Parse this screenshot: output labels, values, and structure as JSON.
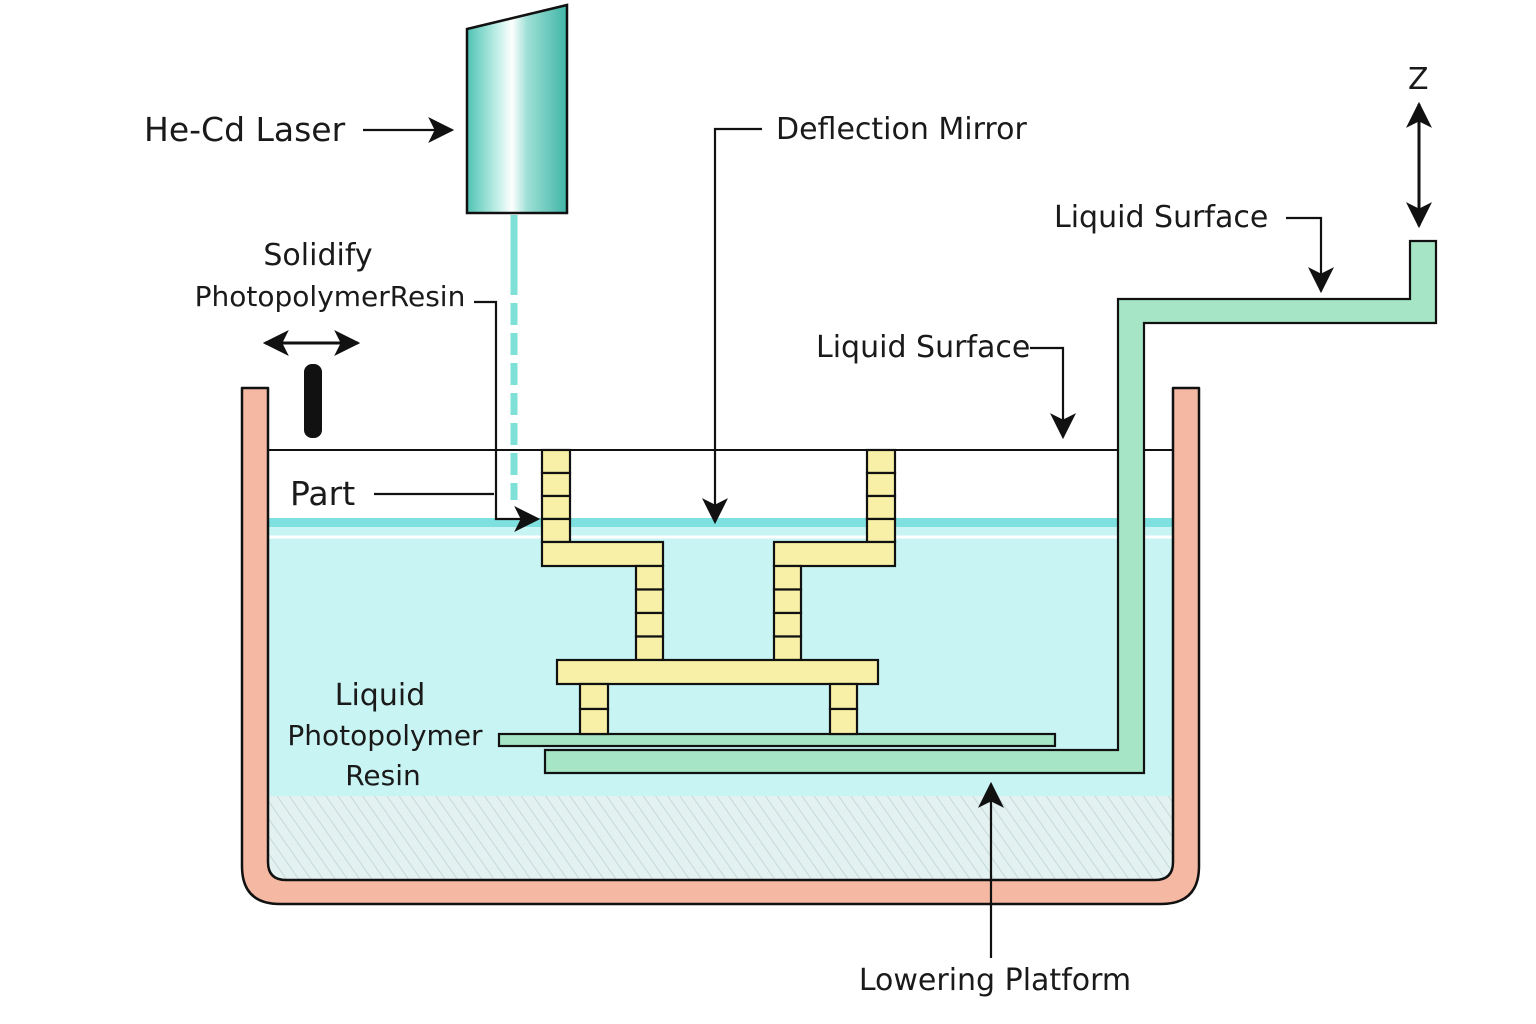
{
  "labels": {
    "laser": "He-Cd Laser",
    "deflection_mirror": "Deflection Mirror",
    "liquid_surface_top": "Liquid Surface",
    "liquid_surface_mid": "Liquid Surface",
    "z_axis": "Z",
    "solidify_line1": "Solidify",
    "solidify_line2": "PhotopolymerResin",
    "part": "Part",
    "resin_line1": "Liquid",
    "resin_line2": "Photopolymer",
    "resin_line3": "Resin",
    "lowering_platform": "Lowering Platform"
  },
  "colors": {
    "tank_wall": "#f5b8a3",
    "resin": "#c8f4f4",
    "resin_surface": "#7ee0df",
    "laser_body": "#9fe0d6",
    "part_blocks": "#f7f0a6",
    "platform": "#a6e6c6",
    "outline": "#111111"
  }
}
